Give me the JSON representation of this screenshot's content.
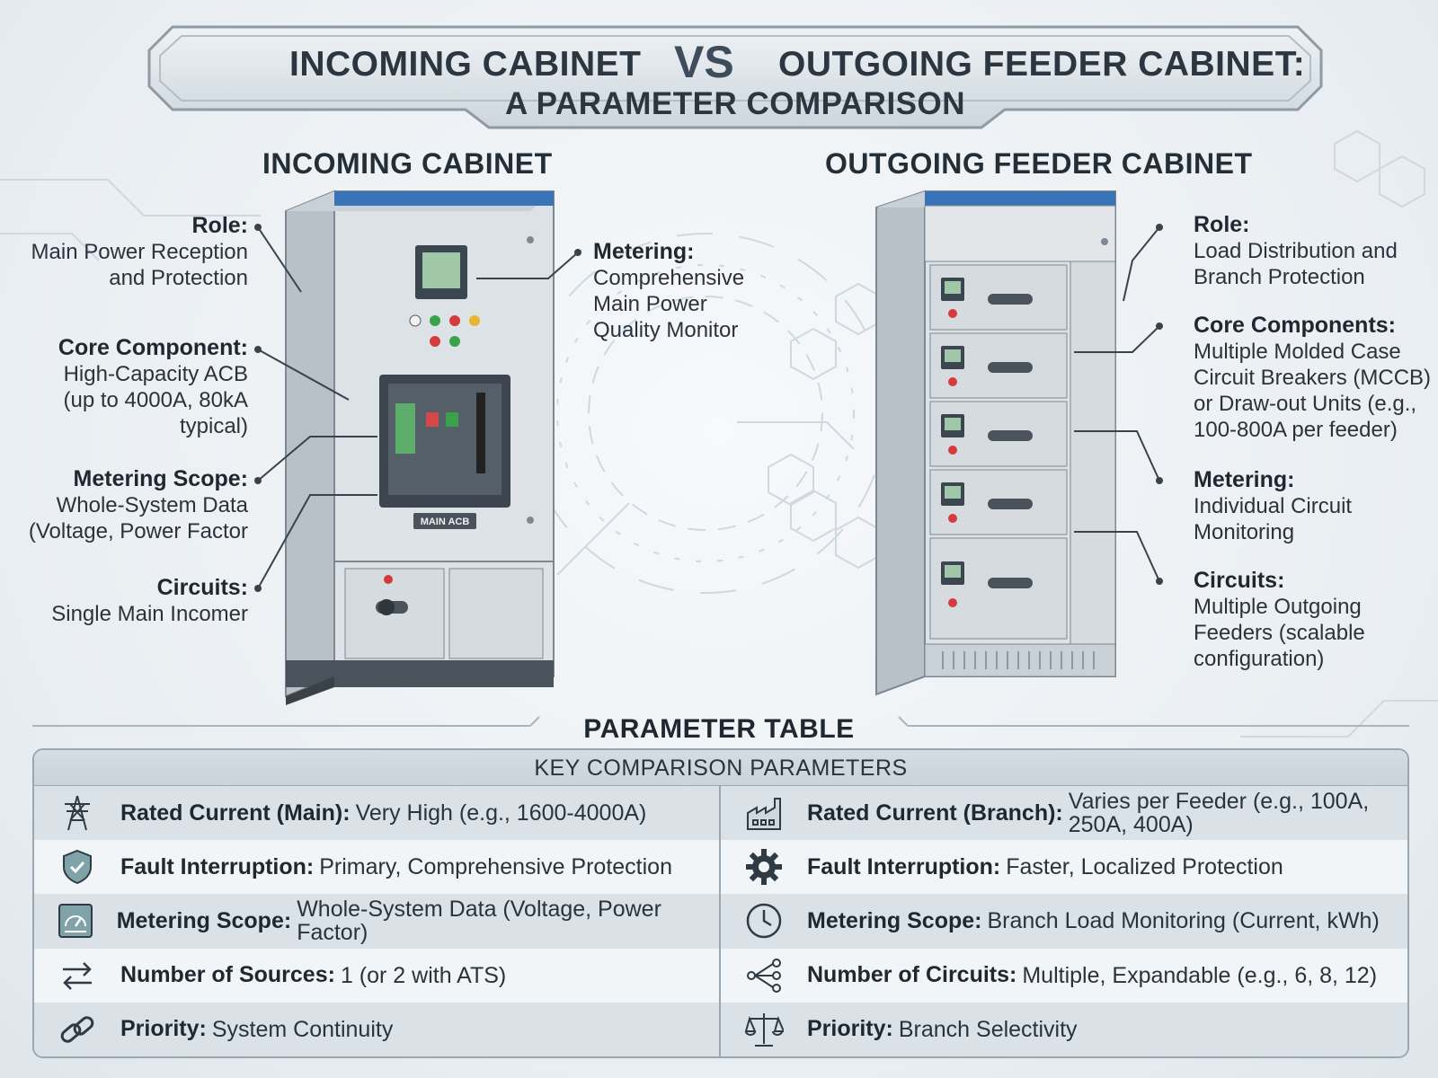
{
  "title": {
    "left": "INCOMING CABINET",
    "vs": "VS",
    "right": "OUTGOING FEEDER CABINET:",
    "subtitle": "A PARAMETER COMPARISON"
  },
  "incoming": {
    "heading": "INCOMING CABINET",
    "acb_plate": "MAIN ACB",
    "callouts": [
      {
        "label": "Role:",
        "text": "Main Power Reception\nand Protection"
      },
      {
        "label": "Core Component:",
        "text": "High-Capacity ACB\n(up to 4000A, 80kA\ntypical)"
      },
      {
        "label": "Metering Scope:",
        "text": "Whole-System Data\n(Voltage, Power Factor"
      },
      {
        "label": "Circuits:",
        "text": "Single Main Incomer"
      },
      {
        "label": "Metering:",
        "text": "Comprehensive\nMain Power\nQuality Monitor"
      }
    ]
  },
  "outgoing": {
    "heading": "OUTGOING FEEDER CABINET",
    "callouts": [
      {
        "label": "Role:",
        "text": "Load Distribution and\nBranch Protection"
      },
      {
        "label": "Core Components:",
        "text": "Multiple Molded Case\nCircuit Breakers (MCCB)\nor Draw-out Units (e.g.,\n100-800A per feeder)"
      },
      {
        "label": "Metering:",
        "text": "Individual Circuit\nMonitoring"
      },
      {
        "label": "Circuits:",
        "text": "Multiple Outgoing\nFeeders (scalable\nconfiguration)"
      }
    ]
  },
  "table": {
    "title": "PARAMETER TABLE",
    "header": "KEY COMPARISON PARAMETERS",
    "left_rows": [
      {
        "icon": "transmission-tower-icon",
        "label": "Rated Current (Main):",
        "value": "Very High (e.g., 1600-4000A)"
      },
      {
        "icon": "shield-check-icon",
        "label": "Fault Interruption:",
        "value": "Primary, Comprehensive Protection"
      },
      {
        "icon": "gauge-meter-icon",
        "label": "Metering Scope:",
        "value": "Whole-System Data (Voltage, Power Factor)"
      },
      {
        "icon": "swap-arrows-icon",
        "label": "Number of Sources:",
        "value": "1 (or 2 with ATS)"
      },
      {
        "icon": "chain-link-icon",
        "label": "Priority:",
        "value": "System Continuity"
      }
    ],
    "right_rows": [
      {
        "icon": "factory-icon",
        "label": "Rated Current (Branch):",
        "value": "Varies per Feeder (e.g., 100A,\n250A, 400A)"
      },
      {
        "icon": "gear-icon",
        "label": "Fault Interruption:",
        "value": "Faster, Localized Protection"
      },
      {
        "icon": "clock-icon",
        "label": "Metering Scope:",
        "value": "Branch Load Monitoring (Current, kWh)"
      },
      {
        "icon": "branch-network-icon",
        "label": "Number of Circuits:",
        "value": "Multiple, Expandable (e.g., 6, 8, 12)"
      },
      {
        "icon": "balance-scale-icon",
        "label": "Priority:",
        "value": "Branch Selectivity"
      }
    ]
  },
  "colors": {
    "accent_blue": "#3a74b8",
    "cabinet_body": "#dde2e6",
    "text_dark": "#1f2830"
  }
}
